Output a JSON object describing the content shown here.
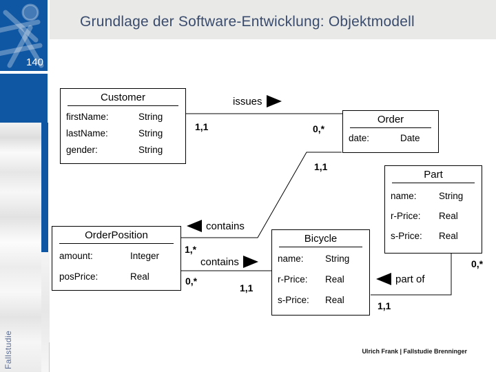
{
  "header": {
    "title": "Grundlage der Software-Entwicklung: Objektmodell",
    "page_number": "140"
  },
  "sidebar": {
    "vertical_label": "Fallstudie"
  },
  "footer": {
    "credit": "Ulrich Frank | Fallstudie Brenninger"
  },
  "colors": {
    "accent_blue": "#1057A3",
    "header_bg": "#E9E9E7",
    "title_text": "#3A4C6E",
    "sidebar_text": "#5E6F95",
    "diagram_ink": "#000000"
  },
  "diagram": {
    "classes": [
      {
        "name": "Customer",
        "attributes": [
          {
            "label": "firstName:",
            "type": "String"
          },
          {
            "label": "lastName:",
            "type": "String"
          },
          {
            "label": "gender:",
            "type": "String"
          }
        ]
      },
      {
        "name": "Order",
        "attributes": [
          {
            "label": "date:",
            "type": "Date"
          }
        ]
      },
      {
        "name": "Part",
        "attributes": [
          {
            "label": "name:",
            "type": "String"
          },
          {
            "label": "r-Price:",
            "type": "Real"
          },
          {
            "label": "s-Price:",
            "type": "Real"
          }
        ]
      },
      {
        "name": "OrderPosition",
        "attributes": [
          {
            "label": "amount:",
            "type": "Integer"
          },
          {
            "label": "posPrice:",
            "type": "Real"
          }
        ]
      },
      {
        "name": "Bicycle",
        "attributes": [
          {
            "label": "name:",
            "type": "String"
          },
          {
            "label": "r-Price:",
            "type": "Real"
          },
          {
            "label": "s-Price:",
            "type": "Real"
          }
        ]
      }
    ],
    "associations": {
      "issues": {
        "label": "issues",
        "direction": "right"
      },
      "contains_order": {
        "label": "contains",
        "direction": "left"
      },
      "contains_bicycle": {
        "label": "contains",
        "direction": "right"
      },
      "part_of": {
        "label": "part of",
        "direction": "left"
      }
    },
    "multiplicities": {
      "customer_issues_side": "1,1",
      "order_issues_side": "0,*",
      "order_contains_side": "1,1",
      "orderposition_contains_side": "1,*",
      "orderposition_bicycle_side": "0,*",
      "bicycle_contains_side": "1,1",
      "part_partof_side": "0,*",
      "bicycle_partof_side": "1,1"
    }
  }
}
